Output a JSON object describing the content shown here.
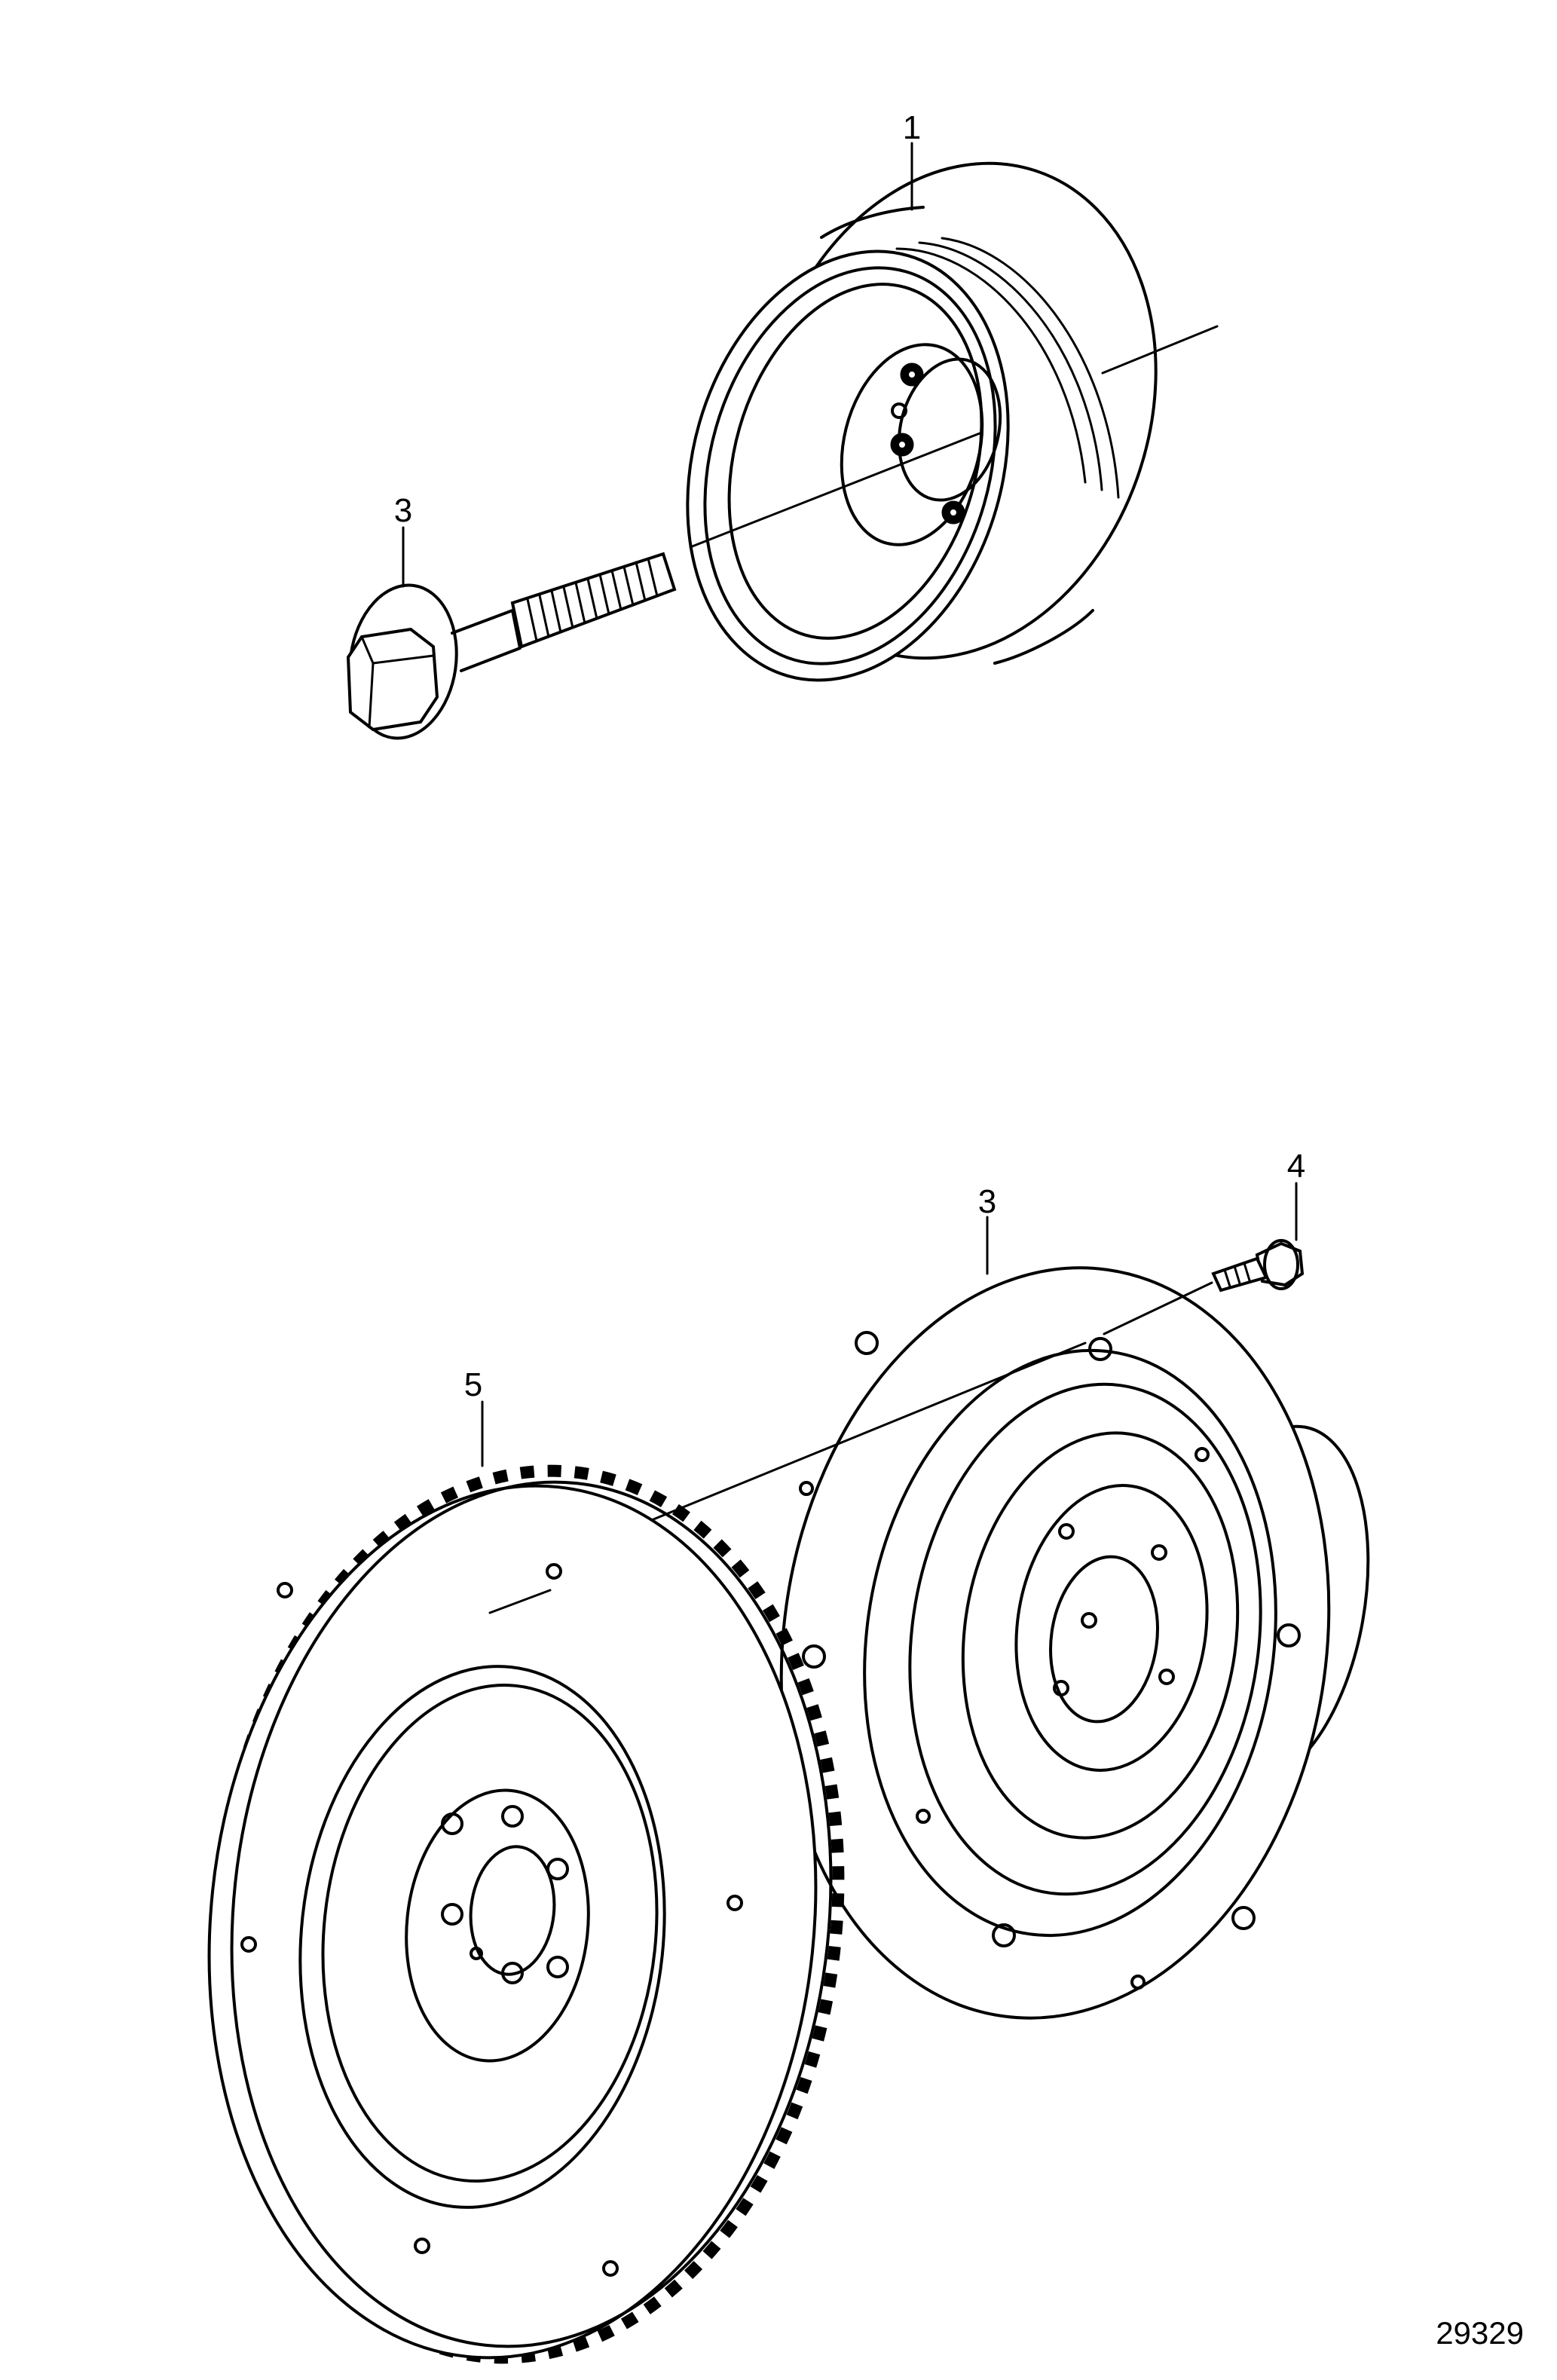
{
  "callouts": {
    "damper": "1",
    "damper_bolt": "3",
    "hub": "3",
    "hub_screw": "4",
    "flywheel": "5"
  },
  "document_number": "29329",
  "icons": {
    "damper": "crankshaft-pulley-damper-drawing",
    "bolt": "flange-bolt-drawing",
    "hub": "flywheel-hub-drawing",
    "screw": "small-flange-screw-drawing",
    "flywheel": "flywheel-ring-gear-drawing"
  }
}
